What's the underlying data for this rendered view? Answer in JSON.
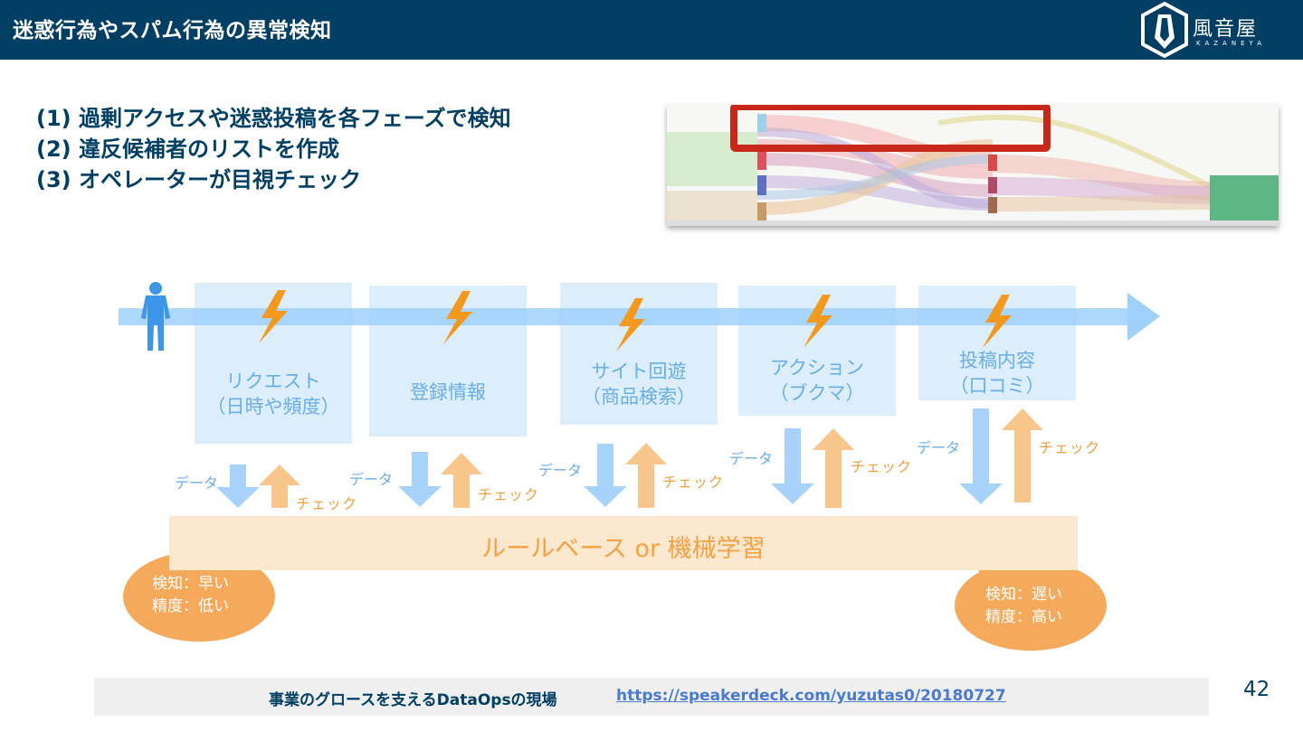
{
  "header": {
    "title": "迷惑行為やスパム行為の異常検知",
    "logo_name": "風音屋",
    "logo_sub": "KAZANEYA"
  },
  "points": [
    "(1) 過剰アクセスや迷惑投稿を各フェーズで検知",
    "(2) 違反候補者のリストを作成",
    "(3) オペレーターが目視チェック"
  ],
  "stages": [
    {
      "label": "リクエスト\n（日時や頻度）"
    },
    {
      "label": "登録情報"
    },
    {
      "label": "サイト回遊\n（商品検索）"
    },
    {
      "label": "アクション\n（ブクマ）"
    },
    {
      "label": "投稿内容\n（口コミ）"
    }
  ],
  "flow": {
    "data_label": "データ",
    "check_label": "チェック"
  },
  "rule_band": {
    "label": "ルールベース or 機械学習"
  },
  "bubbles": {
    "left": {
      "line1": "検知：早い",
      "line2": "精度：低い"
    },
    "right": {
      "line1": "検知：遅い",
      "line2": "精度：高い"
    }
  },
  "footer": {
    "text": "事業のグロースを支えるDataOpsの現場",
    "link": "https://speakerdeck.com/yuzutas0/20180727",
    "page_number": "42"
  },
  "colors": {
    "header": "#003f63",
    "stage_fill": "#dceefc",
    "data_arrow": "#a7d3fa",
    "check_arrow": "#f8c58a",
    "bubble": "#f5a95a",
    "highlight": "#c8281a"
  }
}
